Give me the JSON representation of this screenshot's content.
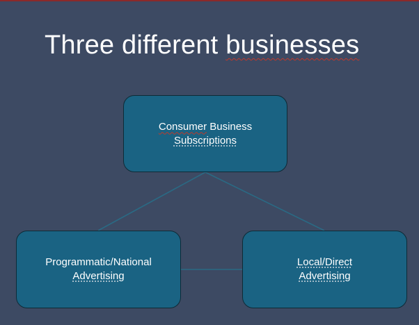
{
  "slide": {
    "title_part1": "Three different ",
    "title_part2": "businesses"
  },
  "diagram": {
    "top_node": {
      "line1_part1": "Consumer",
      "line1_part2": " Business",
      "line2": "Subscriptions"
    },
    "left_node": {
      "line1": "Programmatic/National",
      "line2": "Advertising"
    },
    "right_node": {
      "line1": "Local/Direct",
      "line2": "Advertising"
    }
  },
  "colors": {
    "background": "#3d4a63",
    "node_fill": "#1a6383",
    "node_border": "#0e2a36",
    "connector": "#2a6a84",
    "spellcheck_underline": "#c0392b"
  }
}
